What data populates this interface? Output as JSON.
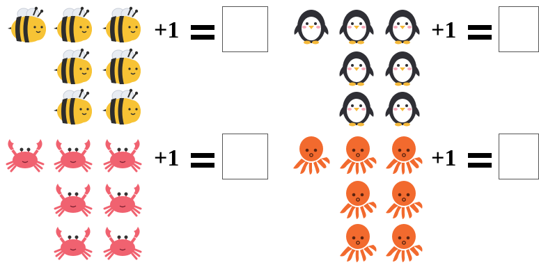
{
  "problems": [
    {
      "id": "bees",
      "animal": "bee",
      "count": 7,
      "operator": "+1",
      "answer": ""
    },
    {
      "id": "penguins",
      "animal": "penguin",
      "count": 7,
      "operator": "+1",
      "answer": ""
    },
    {
      "id": "crabs",
      "animal": "crab",
      "count": 7,
      "operator": "+1",
      "answer": ""
    },
    {
      "id": "octopuses",
      "animal": "octopus",
      "count": 7,
      "operator": "+1",
      "answer": ""
    }
  ],
  "colors": {
    "bee_body": "#F7C335",
    "bee_stripe": "#2D2D2D",
    "penguin_body": "#2F2F35",
    "crab": "#F06270",
    "octopus": "#F26A2E"
  }
}
